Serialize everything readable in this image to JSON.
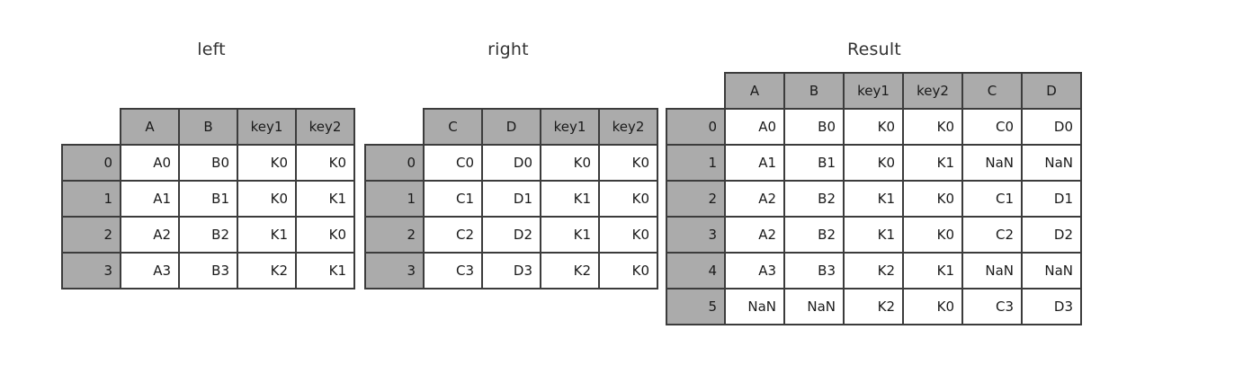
{
  "figure": {
    "background": "#ffffff",
    "header_color": "#ababab",
    "cell_color": "#ffffff",
    "border_color": "#3c3c3c"
  },
  "tables": [
    {
      "id": "left",
      "title": "left",
      "columns": [
        "A",
        "B",
        "key1",
        "key2"
      ],
      "index": [
        "0",
        "1",
        "2",
        "3"
      ],
      "rows": [
        [
          "A0",
          "B0",
          "K0",
          "K0"
        ],
        [
          "A1",
          "B1",
          "K0",
          "K1"
        ],
        [
          "A2",
          "B2",
          "K1",
          "K0"
        ],
        [
          "A3",
          "B3",
          "K2",
          "K1"
        ]
      ]
    },
    {
      "id": "right",
      "title": "right",
      "columns": [
        "C",
        "D",
        "key1",
        "key2"
      ],
      "index": [
        "0",
        "1",
        "2",
        "3"
      ],
      "rows": [
        [
          "C0",
          "D0",
          "K0",
          "K0"
        ],
        [
          "C1",
          "D1",
          "K1",
          "K0"
        ],
        [
          "C2",
          "D2",
          "K1",
          "K0"
        ],
        [
          "C3",
          "D3",
          "K2",
          "K0"
        ]
      ]
    },
    {
      "id": "result",
      "title": "Result",
      "columns": [
        "A",
        "B",
        "key1",
        "key2",
        "C",
        "D"
      ],
      "index": [
        "0",
        "1",
        "2",
        "3",
        "4",
        "5"
      ],
      "rows": [
        [
          "A0",
          "B0",
          "K0",
          "K0",
          "C0",
          "D0"
        ],
        [
          "A1",
          "B1",
          "K0",
          "K1",
          "NaN",
          "NaN"
        ],
        [
          "A2",
          "B2",
          "K1",
          "K0",
          "C1",
          "D1"
        ],
        [
          "A2",
          "B2",
          "K1",
          "K0",
          "C2",
          "D2"
        ],
        [
          "A3",
          "B3",
          "K2",
          "K1",
          "NaN",
          "NaN"
        ],
        [
          "NaN",
          "NaN",
          "K2",
          "K0",
          "C3",
          "D3"
        ]
      ]
    }
  ]
}
